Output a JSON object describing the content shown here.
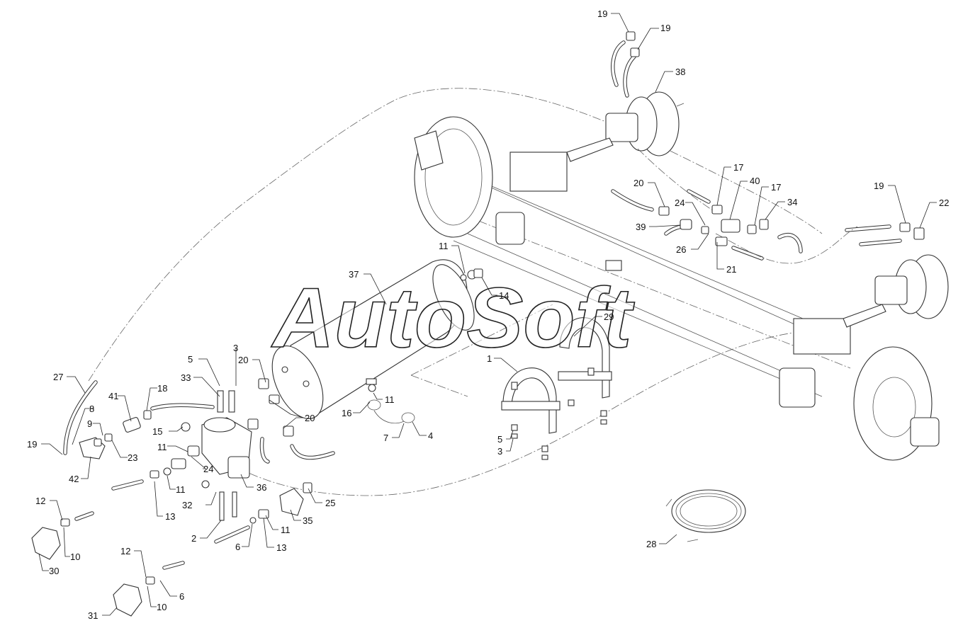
{
  "watermark": "AutoSoft",
  "callouts": [
    "19",
    "19",
    "38",
    "17",
    "20",
    "40",
    "17",
    "19",
    "22",
    "34",
    "24",
    "39",
    "26",
    "21",
    "11",
    "37",
    "14",
    "29",
    "1",
    "5",
    "3",
    "33",
    "20",
    "27",
    "8",
    "41",
    "18",
    "9",
    "15",
    "23",
    "19",
    "42",
    "11",
    "24",
    "20",
    "36",
    "11",
    "25",
    "32",
    "12",
    "13",
    "35",
    "10",
    "30",
    "2",
    "6",
    "13",
    "11",
    "12",
    "6",
    "10",
    "31",
    "16",
    "11",
    "7",
    "4",
    "5",
    "3",
    "28"
  ]
}
